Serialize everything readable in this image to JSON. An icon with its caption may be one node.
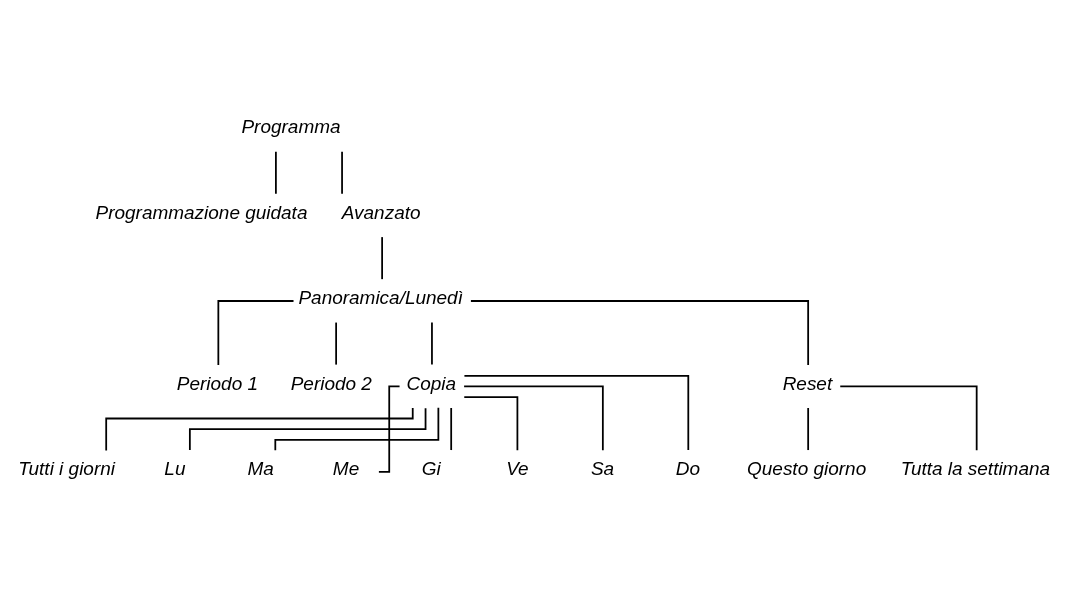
{
  "diagram": {
    "nodes": [
      {
        "text": [
          "Programma"
        ]
      },
      {
        "text": [
          "Programmazione guidata"
        ]
      },
      {
        "text": [
          "Avanzato"
        ]
      },
      {
        "text": [
          "Panoramica/Lunedì"
        ]
      },
      {
        "text": [
          "Periodo 1"
        ]
      },
      {
        "text": [
          "Periodo 2"
        ]
      },
      {
        "text": [
          "Copia"
        ]
      },
      {
        "text": [
          "Reset"
        ]
      },
      {
        "text": [
          "Tutti i giorni"
        ]
      },
      {
        "text": [
          "Lu"
        ]
      },
      {
        "text": [
          "Ma"
        ]
      },
      {
        "text": [
          "Me"
        ]
      },
      {
        "text": [
          "Gi"
        ]
      },
      {
        "text": [
          "Ve"
        ]
      },
      {
        "text": [
          "Sa"
        ]
      },
      {
        "text": [
          "Do"
        ]
      },
      {
        "text": [
          "Questo giorno"
        ]
      },
      {
        "text": [
          "Tutta la settimana"
        ]
      }
    ],
    "edges": [
      {
        "from": 0,
        "to": 1,
        "arrow": "none"
      },
      {
        "from": 0,
        "to": 2,
        "arrow": "none"
      },
      {
        "from": 2,
        "to": 3,
        "arrow": "none"
      },
      {
        "from": 3,
        "to": 4,
        "arrow": "none"
      },
      {
        "from": 3,
        "to": 5,
        "arrow": "none"
      },
      {
        "from": 3,
        "to": 6,
        "arrow": "none"
      },
      {
        "from": 3,
        "to": 7,
        "arrow": "none"
      },
      {
        "from": 6,
        "to": 8,
        "arrow": "none"
      },
      {
        "from": 6,
        "to": 9,
        "arrow": "none"
      },
      {
        "from": 6,
        "to": 10,
        "arrow": "none"
      },
      {
        "from": 6,
        "to": 11,
        "arrow": "none"
      },
      {
        "from": 6,
        "to": 12,
        "arrow": "none"
      },
      {
        "from": 6,
        "to": 13,
        "arrow": "none"
      },
      {
        "from": 6,
        "to": 14,
        "arrow": "none"
      },
      {
        "from": 6,
        "to": 15,
        "arrow": "none"
      },
      {
        "from": 7,
        "to": 16,
        "arrow": "none"
      },
      {
        "from": 7,
        "to": 17,
        "arrow": "none"
      }
    ]
  }
}
